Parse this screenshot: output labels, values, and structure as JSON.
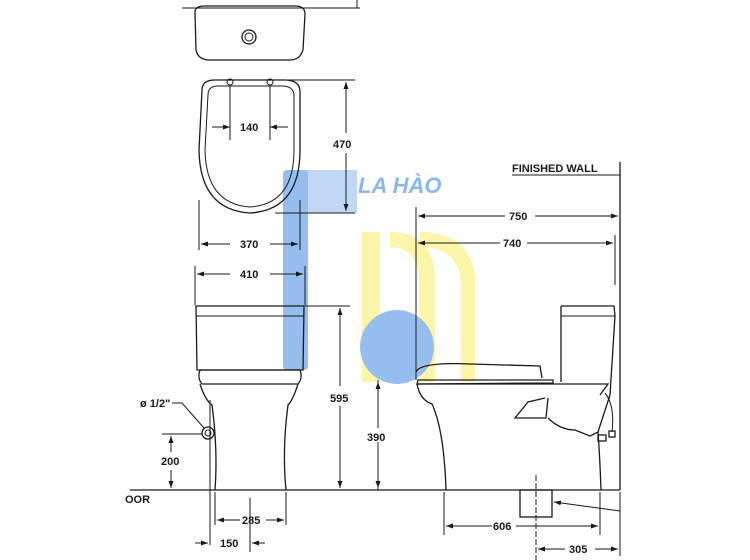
{
  "logo": {
    "text": "LA HÀO",
    "blue": "#8ab8ee",
    "yellow": "#fbf3a0"
  },
  "labels": {
    "finished_wall": "FINISHED WALL",
    "floor": "OOR",
    "pipe": "ø 1/2\""
  },
  "dimensions": {
    "hinge_spacing": "140",
    "seat_length": "470",
    "seat_width": "370",
    "bowl_width": "410",
    "total_height": "595",
    "seat_height": "390",
    "supply_height": "200",
    "base_width": "285",
    "supply_offset": "150",
    "overall_depth": "750",
    "depth_740": "740",
    "base_depth": "606",
    "rough_in": "305"
  }
}
